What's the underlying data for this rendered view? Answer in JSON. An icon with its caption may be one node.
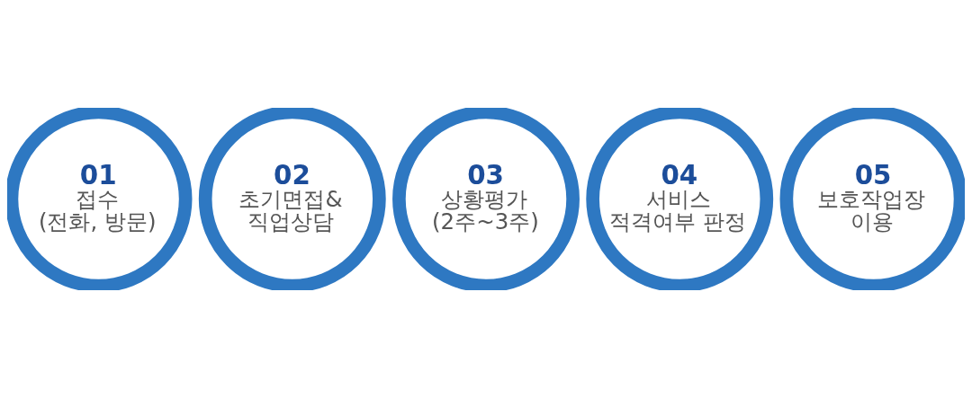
{
  "diagram": {
    "nodes": [
      {
        "text": [
          "01",
          "접수 (전화, 방문)"
        ]
      },
      {
        "text": [
          "02",
          "초기면접& 직업상담"
        ]
      },
      {
        "text": [
          "03",
          "상황평가 (2주~3주)"
        ]
      },
      {
        "text": [
          "04",
          "서비스 적격여부 판정"
        ]
      },
      {
        "text": [
          "05",
          "보호작업장 이용"
        ]
      }
    ],
    "edges": []
  }
}
